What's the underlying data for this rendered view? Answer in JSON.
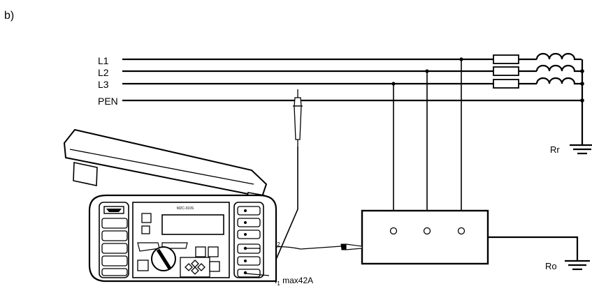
{
  "figure_label": "b)",
  "lines": {
    "l1": "L1",
    "l2": "L2",
    "l3": "L3",
    "pen": "PEN"
  },
  "grounds": {
    "rr": "Rr",
    "ro": "Ro"
  },
  "meter": {
    "model_text": "MZC-310S"
  },
  "terminals": {
    "i2": "I",
    "i2_sub": "2",
    "i1": "I",
    "i1_sub": "1",
    "i1_rating": " max42A"
  }
}
